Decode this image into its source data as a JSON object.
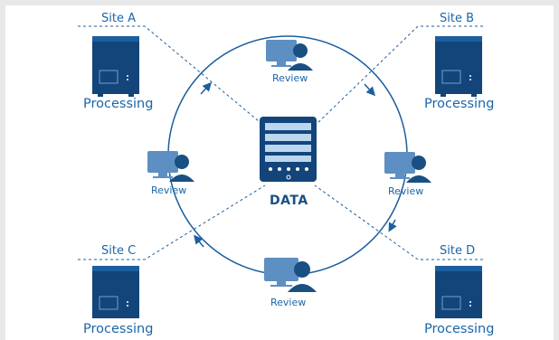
{
  "sites": [
    {
      "id": "A",
      "label": "Site A",
      "caption": "Processing"
    },
    {
      "id": "B",
      "label": "Site B",
      "caption": "Processing"
    },
    {
      "id": "C",
      "label": "Site C",
      "caption": "Processing"
    },
    {
      "id": "D",
      "label": "Site D",
      "caption": "Processing"
    }
  ],
  "reviews": [
    {
      "id": "top",
      "label": "Review"
    },
    {
      "id": "left",
      "label": "Review"
    },
    {
      "id": "right",
      "label": "Review"
    },
    {
      "id": "bottom",
      "label": "Review"
    }
  ],
  "center": {
    "label": "DATA"
  },
  "colors": {
    "background": "#ffffff",
    "frame": "#e8e8e8",
    "device_dark": "#13457a",
    "device_mid": "#1b5f9f",
    "ring": "#1b5f9f",
    "dashed": "#1b5f9f",
    "monitor": "#5d8fc3",
    "person": "#1a4f82",
    "text": "#1a66a8"
  }
}
